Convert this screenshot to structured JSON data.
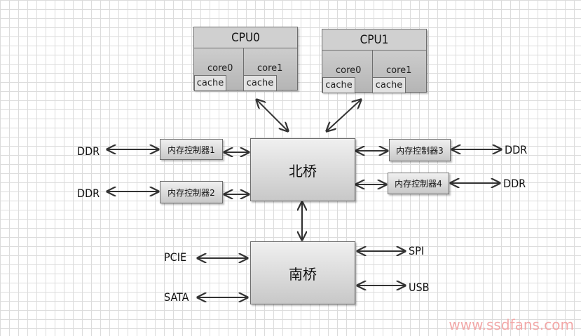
{
  "cpus": [
    {
      "name": "CPU0",
      "cores": [
        "core0",
        "core1"
      ],
      "caches": [
        "cache",
        "cache"
      ]
    },
    {
      "name": "CPU1",
      "cores": [
        "core0",
        "core1"
      ],
      "caches": [
        "cache",
        "cache"
      ]
    }
  ],
  "north_bridge": "北桥",
  "south_bridge": "南桥",
  "memory_controllers": [
    "内存控制器1",
    "内存控制器2",
    "内存控制器3",
    "内存控制器4"
  ],
  "memory_label": "DDR",
  "south_interfaces_left": [
    "PCIE",
    "SATA"
  ],
  "south_interfaces_right": [
    "SPI",
    "USB"
  ],
  "watermark": "www.ssdfans.com",
  "colors": {
    "box_top": "#f0f0f0",
    "box_bottom": "#c8c8c8",
    "border": "#6e6e6e",
    "arrow": "#3a3a3a",
    "watermark": "#f2a8a8"
  }
}
